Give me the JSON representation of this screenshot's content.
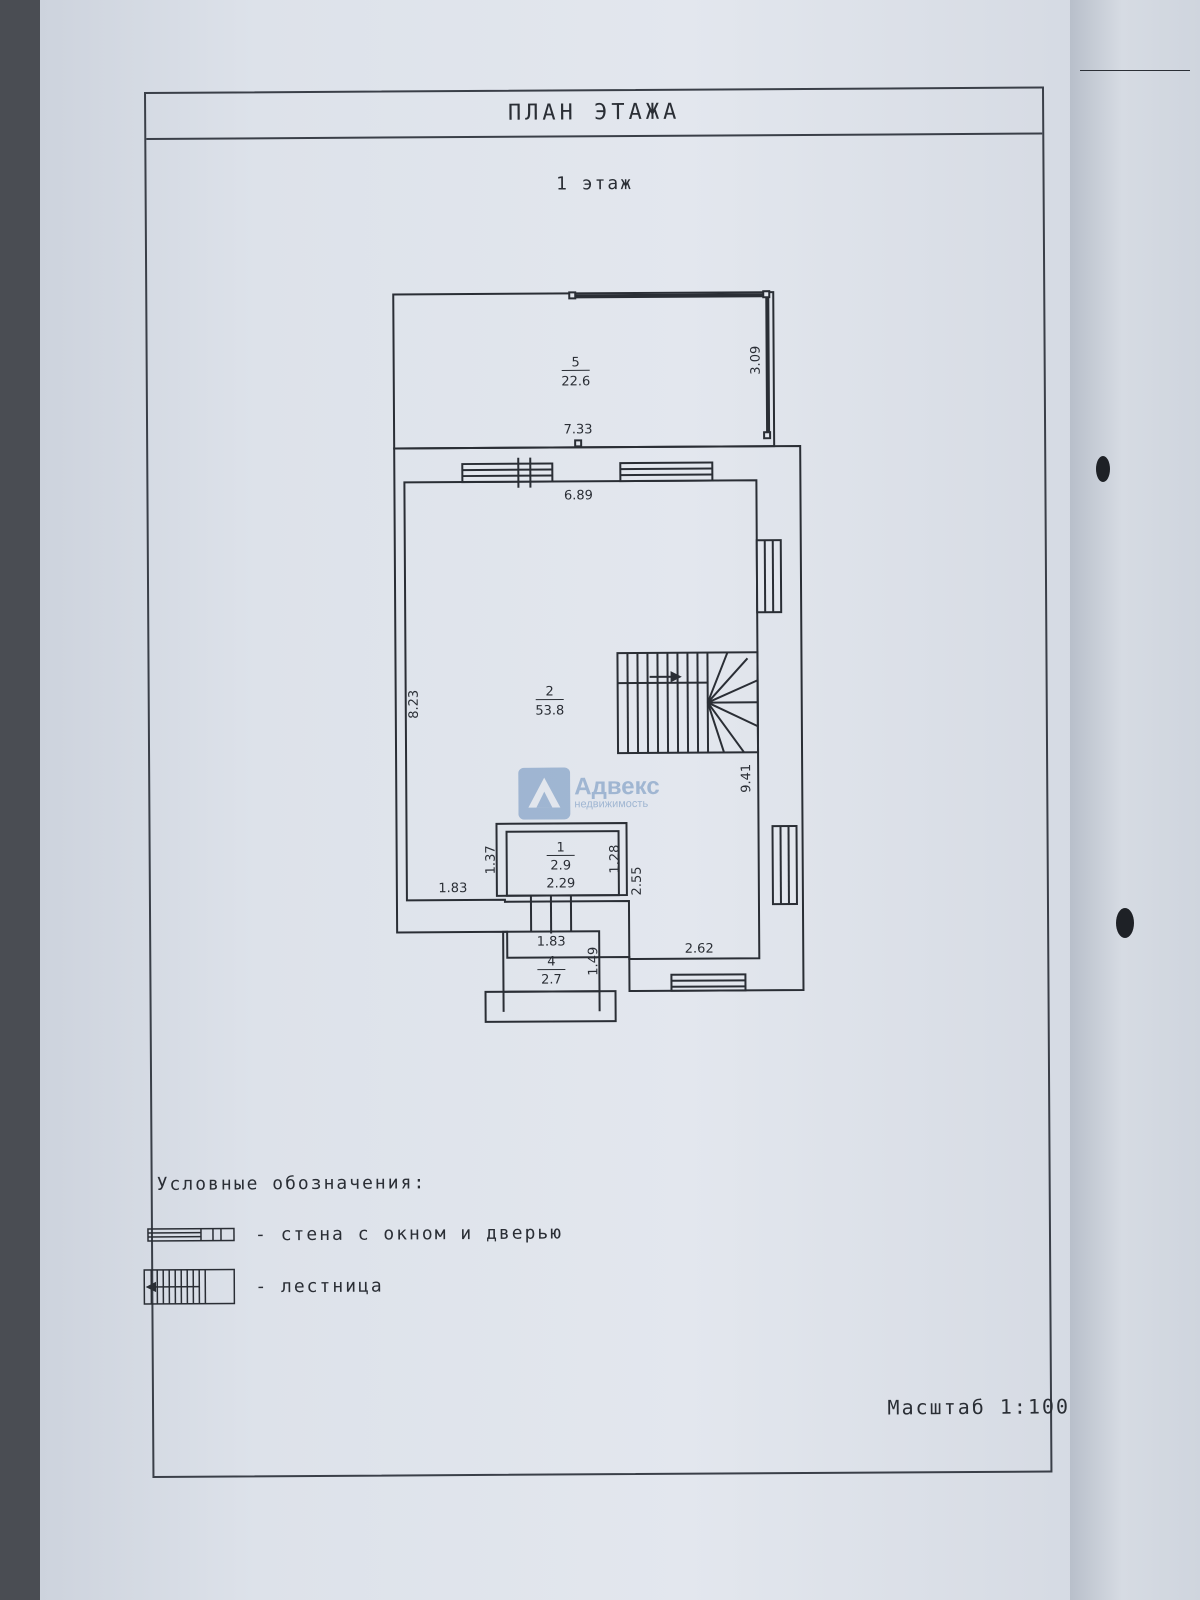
{
  "header": {
    "title": "ПЛАН ЭТАЖА",
    "floor": "1 этаж"
  },
  "rooms": [
    {
      "number": "5",
      "area": "22.6"
    },
    {
      "number": "2",
      "area": "53.8"
    },
    {
      "number": "1",
      "area": "2.9"
    },
    {
      "number": "4",
      "area": "2.7"
    }
  ],
  "dimensions": {
    "d733": "7.33",
    "d309": "3.09",
    "d689": "6.89",
    "d823": "8.23",
    "d941": "9.41",
    "d137": "1.37",
    "d128": "1.28",
    "d229": "2.29",
    "d183a": "1.83",
    "d255": "2.55",
    "d183b": "1.83",
    "d149": "1.49",
    "d262": "2.62"
  },
  "legend": {
    "title": "Условные обозначения:",
    "items": [
      {
        "label": "- стена с окном и дверью"
      },
      {
        "label": "- лестница"
      }
    ]
  },
  "scale": "Масштаб 1:100",
  "watermark": {
    "name": "Адвекс",
    "subtitle": "недвижимость",
    "color": "#8aa6c9"
  }
}
